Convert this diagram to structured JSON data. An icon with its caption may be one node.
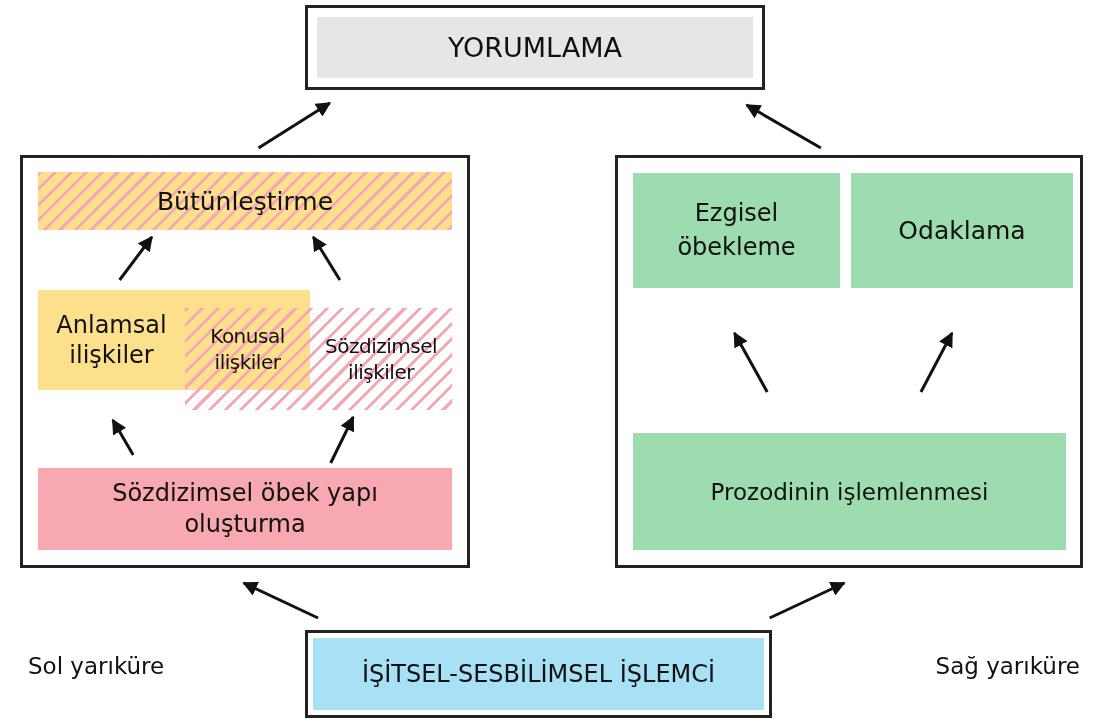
{
  "diagram": {
    "nodes": [
      {
        "text": [
          "YORUMLAMA"
        ]
      },
      {
        "text": [],
        "shape": "box"
      },
      {
        "text": [
          "Bütünleştirme"
        ],
        "in": 1
      },
      {
        "text": [
          "Anlamsal ilişkiler"
        ],
        "in": 1
      },
      {
        "text": [
          "Konusal ilişkiler"
        ]
      },
      {
        "text": [
          "Sözdizimsel ilişkiler"
        ],
        "in": 1
      },
      {
        "text": [
          "Sözdizimsel öbek yapı oluşturma"
        ],
        "in": 1
      },
      {
        "text": [],
        "shape": "box"
      },
      {
        "text": [
          "Ezgisel öbekleme"
        ],
        "in": 7
      },
      {
        "text": [
          "Odaklama"
        ],
        "in": 7
      },
      {
        "text": [
          "Prozodinin işlemlenmesi"
        ],
        "in": 7
      },
      {
        "text": [
          "İŞİTSEL-SESBİLİMSEL İŞLEMCİ"
        ]
      }
    ],
    "edges": [
      {
        "from": 1,
        "to": 0,
        "arrow": "to"
      },
      {
        "from": 7,
        "to": 0,
        "arrow": "to"
      },
      {
        "from": 3,
        "to": 2,
        "arrow": "to"
      },
      {
        "from": 5,
        "to": 2,
        "arrow": "to"
      },
      {
        "from": 6,
        "to": 3,
        "arrow": "to"
      },
      {
        "from": 6,
        "to": 5,
        "arrow": "to"
      },
      {
        "from": 10,
        "to": 8,
        "arrow": "to"
      },
      {
        "from": 10,
        "to": 9,
        "arrow": "to"
      },
      {
        "from": 11,
        "to": 1,
        "arrow": "to"
      },
      {
        "from": 11,
        "to": 7,
        "arrow": "to"
      }
    ],
    "labels": [
      "Sol yarıküre",
      "Sağ yarıküre"
    ]
  }
}
